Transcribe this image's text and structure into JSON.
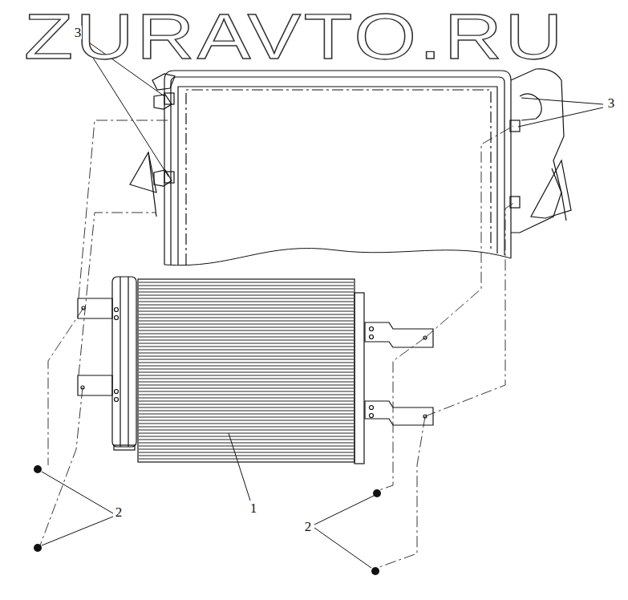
{
  "diagram": {
    "labels": [
      "ZURAVTO.RU",
      "3",
      "3",
      "1",
      "2",
      "2"
    ]
  }
}
